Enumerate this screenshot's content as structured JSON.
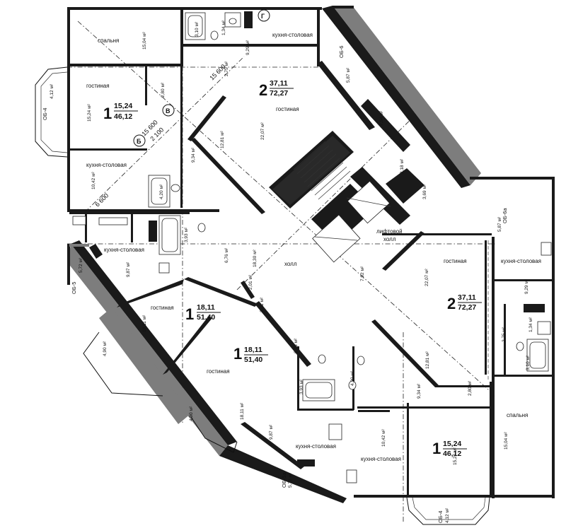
{
  "rooms": {
    "spalnya": "спальня",
    "gostinaya": "гостиная",
    "kuhnya": "кухня-столовая",
    "holl": "холл",
    "lift_holl_1": "лифтовой",
    "lift_holl_2": "холл"
  },
  "units": [
    {
      "id": "u1",
      "count": "1",
      "living": "15,24",
      "total": "46,12"
    },
    {
      "id": "u2",
      "count": "2",
      "living": "37,11",
      "total": "72,27"
    },
    {
      "id": "u3",
      "count": "1",
      "living": "18,11",
      "total": "51,40"
    },
    {
      "id": "u4",
      "count": "1",
      "living": "18,11",
      "total": "51,40"
    },
    {
      "id": "u5",
      "count": "2",
      "living": "37,11",
      "total": "72,27"
    },
    {
      "id": "u6",
      "count": "1",
      "living": "15,24",
      "total": "46,12"
    }
  ],
  "areas": {
    "a1504": "15,04 м²",
    "a310": "3,10 м²",
    "a134": "1,34 м²",
    "a929": "9,29 м²",
    "a587": "5,87 м²",
    "a412": "4,12 м²",
    "a1524": "15,24 м²",
    "a280": "2,80 м²",
    "a2207": "22,07 м²",
    "a1281": "12,81 м²",
    "a754": "7,54 м²",
    "a934": "9,34 м²",
    "a1042": "10,42 м²",
    "a420": "4,20 м²",
    "a218": "2,18 м²",
    "a369": "3,69 м²",
    "a393": "3,93 м²",
    "a572": "5,72 м²",
    "a987": "9,87 м²",
    "a676": "6,76 м²",
    "a201": "2,01 м²",
    "a1830": "18,30 м²",
    "a792": "7,92 м²",
    "a1811": "18,11 м²",
    "a490": "4,90 м²",
    "a275": "2,75 м²"
  },
  "ob": {
    "ob4": "ОБ-4",
    "ob5": "ОБ-5",
    "ob6": "ОБ-6",
    "ob5a": "ОБ-5а",
    "ob6a": "ОБ-6а"
  },
  "dims": {
    "d1": "15 600",
    "d2": "2 100",
    "d3": "6 600",
    "d4": "15 600"
  },
  "markers": {
    "g": "Г",
    "v": "В",
    "b": "Б"
  }
}
